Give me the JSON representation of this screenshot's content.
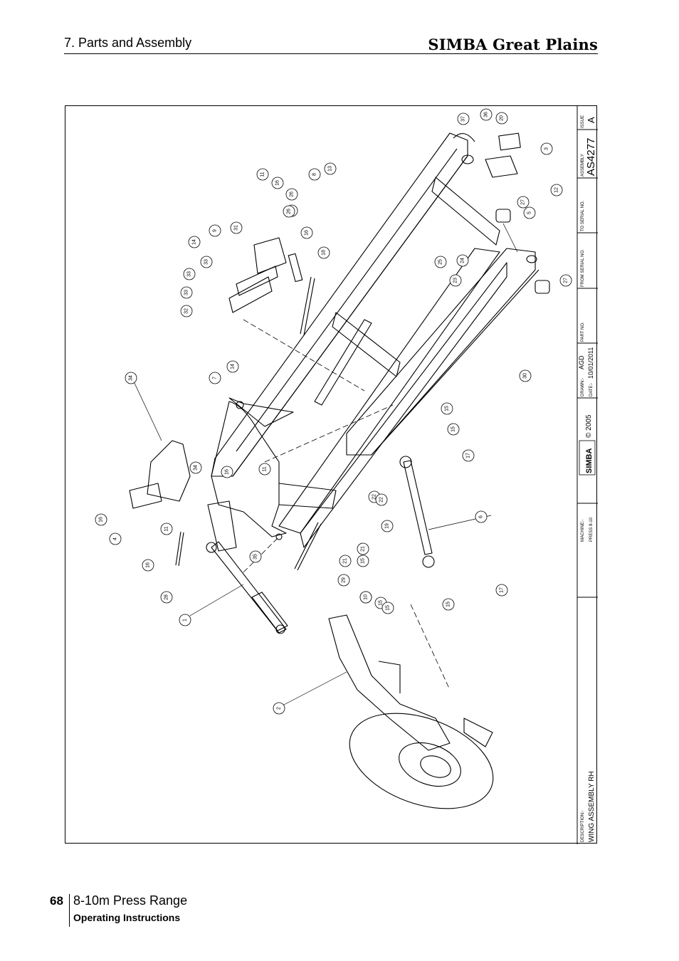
{
  "header": {
    "section_title": "7. Parts and Assembly",
    "brand": "SIMBA Great Plains"
  },
  "title_block": {
    "issue_label": "ISSUE",
    "issue_value": "A",
    "assembly_label": "ASSEMBLY",
    "assembly_value": "AS4277",
    "to_serial_label": "TO SERIAL NO.",
    "from_serial_label": "FROM SERIAL NO.",
    "part_no_label": "PART NO.",
    "drawn_label": "DRAWN:-",
    "drawn_value": "AGD",
    "date_label": "DATE:-",
    "date_value": "10/01/2011",
    "copyright": "© 2005",
    "logo_text": "SIMBA",
    "machine_label": "MACHINE:-",
    "machine_value": "PRESS 8-10",
    "description_label": "DESCRIPTION:-",
    "description_value": "WING ASSEMBLY RH"
  },
  "callouts": [
    "1",
    "2",
    "3",
    "4",
    "5",
    "6",
    "7",
    "8",
    "9",
    "10",
    "10",
    "11",
    "11",
    "11",
    "12",
    "13",
    "14",
    "14",
    "15",
    "15",
    "15",
    "15",
    "15",
    "15",
    "16",
    "16",
    "16",
    "16",
    "16",
    "16",
    "17",
    "17",
    "18",
    "19",
    "20",
    "21",
    "21",
    "22",
    "22",
    "23",
    "24",
    "25",
    "26",
    "26",
    "27",
    "27",
    "28",
    "29",
    "30",
    "31",
    "32",
    "33",
    "33",
    "33",
    "34",
    "34",
    "35",
    "36",
    "37"
  ],
  "footer": {
    "page_number": "68",
    "range_title": "8-10m Press Range",
    "subtitle": "Operating Instructions"
  }
}
